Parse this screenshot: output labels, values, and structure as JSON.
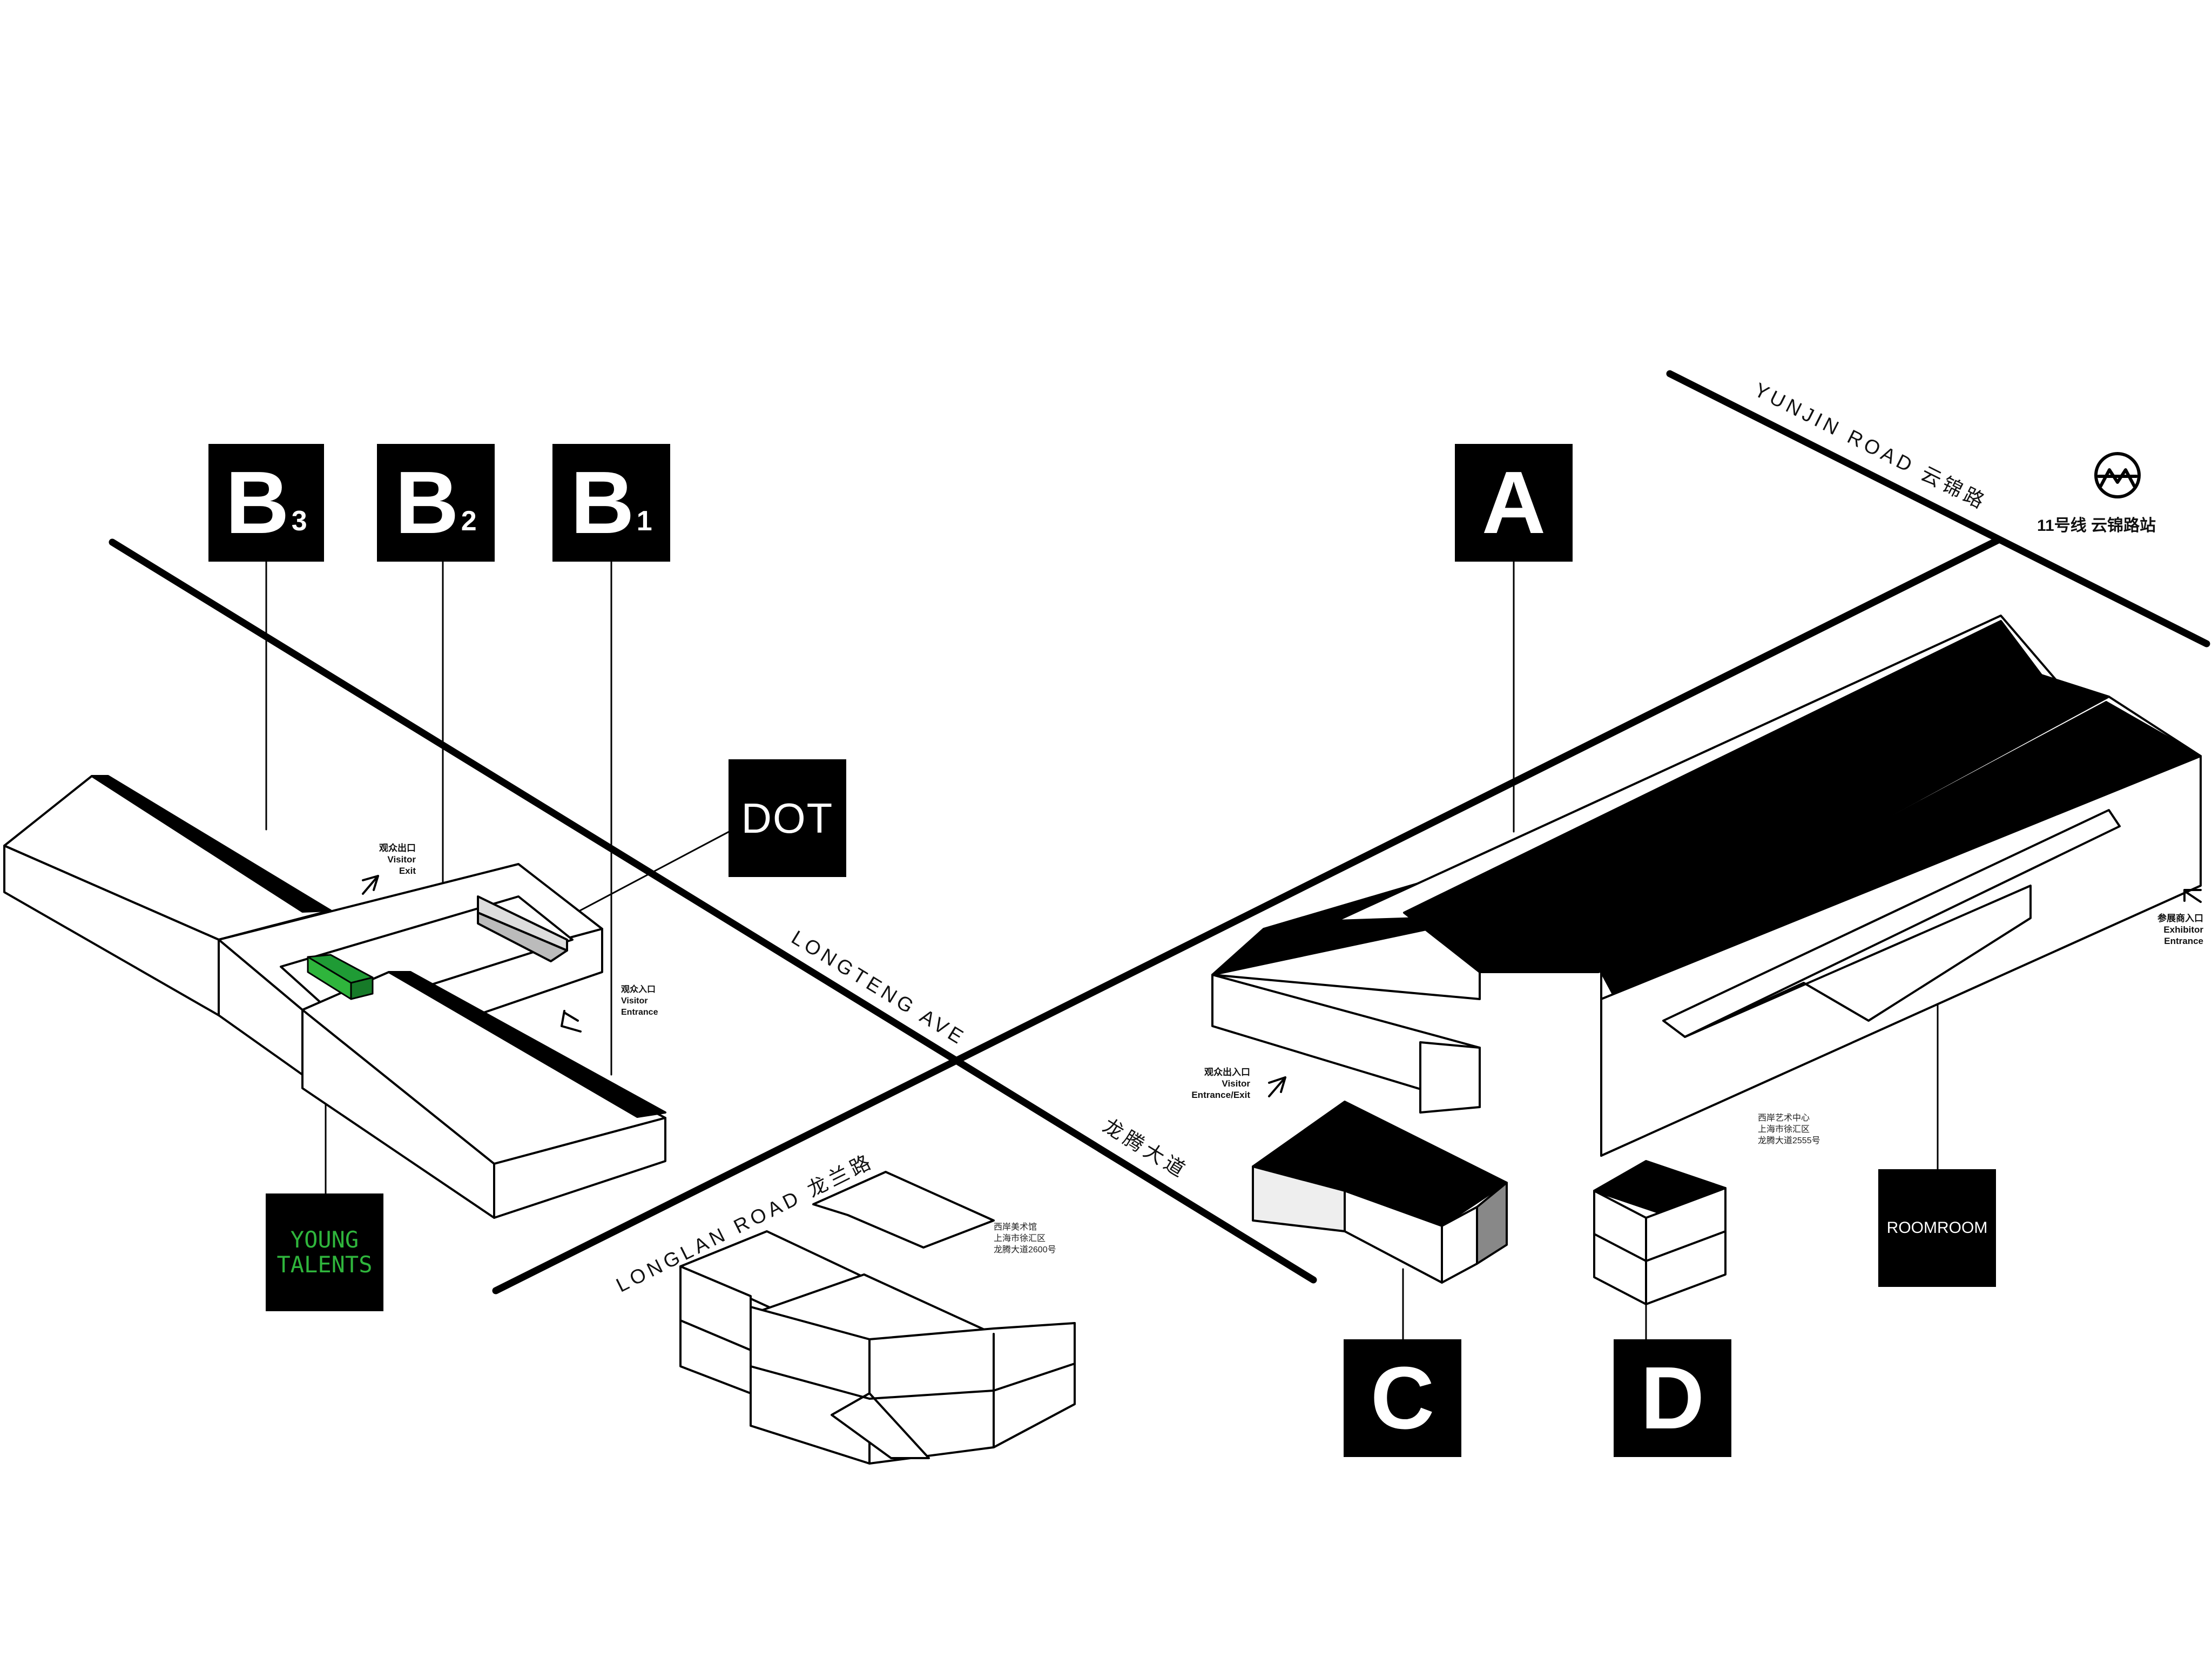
{
  "labels": {
    "b3": {
      "letter": "B",
      "sub": "3"
    },
    "b2": {
      "letter": "B",
      "sub": "2"
    },
    "b1": {
      "letter": "B",
      "sub": "1"
    },
    "a": "A",
    "c": "C",
    "d": "D",
    "dot": "DOT",
    "young_line1": "YOUNG",
    "young_line2": "TALENTS",
    "roomroom": "ROOMROOM"
  },
  "roads": {
    "yunjin": "YUNJIN ROAD  云锦路",
    "longteng_en": "LONGTENG AVE",
    "longteng_cn": "龙腾大道",
    "longlan": "LONGLAN ROAD  龙兰路"
  },
  "metro": {
    "label": "11号线  云锦路站"
  },
  "annotations": {
    "visitor_exit": [
      "观众出口",
      "Visitor",
      "Exit"
    ],
    "visitor_entrance": [
      "观众入口",
      "Visitor",
      "Entrance"
    ],
    "visitor_entrance_exit": [
      "观众出入口",
      "Visitor",
      "Entrance/Exit"
    ],
    "exhibitor_entrance": [
      "参展商入口",
      "Exhibitor",
      "Entrance"
    ],
    "west_bund_art_center": [
      "西岸艺术中心",
      "上海市徐汇区",
      "龙腾大道2555号"
    ],
    "west_bund_museum": [
      "西岸美术馆",
      "上海市徐汇区",
      "龙腾大道2600号"
    ]
  },
  "colors": {
    "ink": "#000000",
    "paper": "#ffffff",
    "young_talents_green": "#2fb53c",
    "b_link_green": "#1f9b35",
    "c_side_grey": "#888888"
  }
}
